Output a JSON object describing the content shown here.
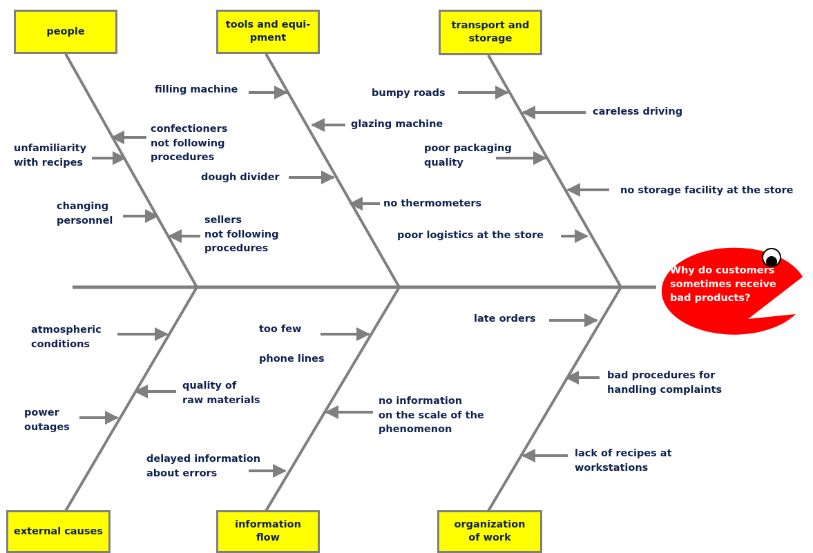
{
  "problem": "Why do customers\nsometimes receive\nbad products?",
  "categories": {
    "people": "people",
    "tools": "tools and equi-\npment",
    "transport": "transport and\nstorage",
    "external": "external causes",
    "information": "information\nflow",
    "organization": "organization\nof work"
  },
  "causes": {
    "people": {
      "confectioners": "confectioners\nnot following\nprocedures",
      "unfamiliarity": "unfamiliarity\nwith recipes",
      "changing": "changing\npersonnel",
      "sellers": "sellers\nnot following\nprocedures"
    },
    "tools": {
      "filling": "filling machine",
      "glazing": "glazing machine",
      "dough": "dough divider",
      "thermometers": "no thermometers"
    },
    "transport": {
      "roads": "bumpy roads",
      "driving": "careless driving",
      "packaging": "poor packaging\nquality",
      "storage": "no storage facility at the store",
      "logistics": "poor logistics at the store"
    },
    "external": {
      "atmospheric": "atmospheric\nconditions",
      "raw": "quality of\nraw materials",
      "power": "power\noutages"
    },
    "information": {
      "toofew": "too few",
      "phonelines": "phone lines",
      "noinfo": "no information\non the scale of the\nphenomenon",
      "delayed": "delayed information\nabout errors"
    },
    "organization": {
      "late": "late orders",
      "procedures": "bad procedures for\nhandling complaints",
      "recipes": "lack of recipes at\nworkstations"
    }
  },
  "colors": {
    "line": "#7f7f7f",
    "box_fill": "#ffff00",
    "text": "#0f2150",
    "head_fill": "#ff0000",
    "head_text": "#ffffff"
  }
}
